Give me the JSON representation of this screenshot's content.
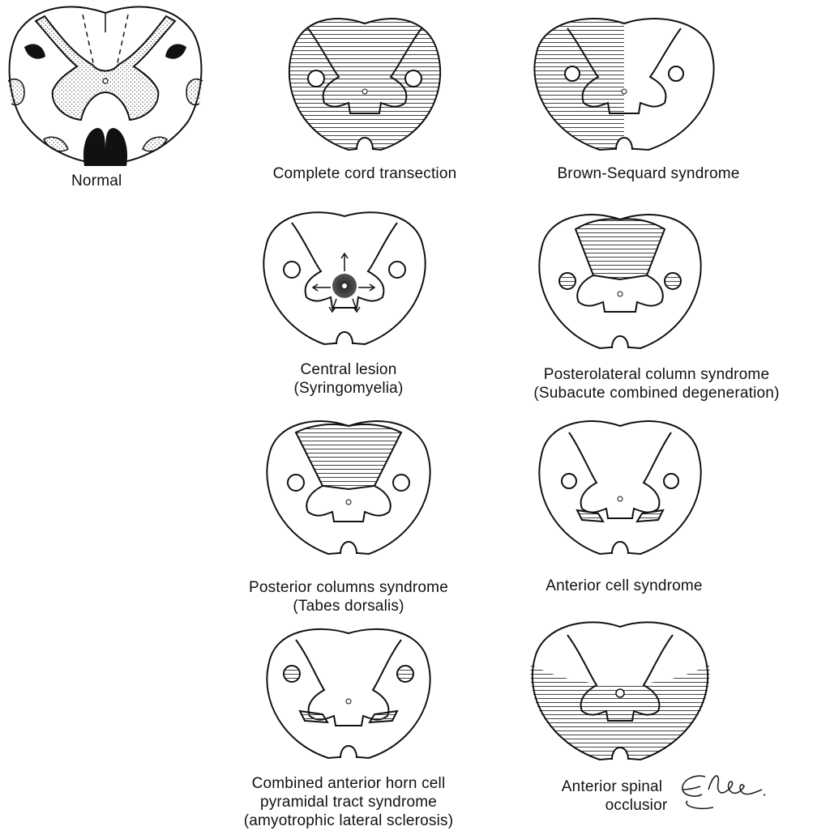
{
  "panels": [
    {
      "id": "normal",
      "caption": [
        "Normal"
      ]
    },
    {
      "id": "complete",
      "caption": [
        "Complete cord transection"
      ]
    },
    {
      "id": "brown",
      "caption": [
        "Brown-Sequard syndrome"
      ]
    },
    {
      "id": "central",
      "caption": [
        "Central lesion",
        "(Syringomyelia)"
      ]
    },
    {
      "id": "posterolateral",
      "caption": [
        "Posterolateral column syndrome",
        "(Subacute combined degeneration)"
      ]
    },
    {
      "id": "posterior",
      "caption": [
        "Posterior columns syndrome",
        "(Tabes dorsalis)"
      ]
    },
    {
      "id": "anteriorcell",
      "caption": [
        "Anterior cell syndrome"
      ]
    },
    {
      "id": "als",
      "caption": [
        "Combined anterior horn cell",
        "pyramidal tract syndrome",
        "(amyotrophic lateral sclerosis)"
      ]
    },
    {
      "id": "spinalartery",
      "caption": [
        "Anterior spinal",
        "occlusior"
      ]
    }
  ],
  "signature": "Elee",
  "colors": {
    "ink": "#111111",
    "hatch": "#333333",
    "paper": "#ffffff"
  }
}
